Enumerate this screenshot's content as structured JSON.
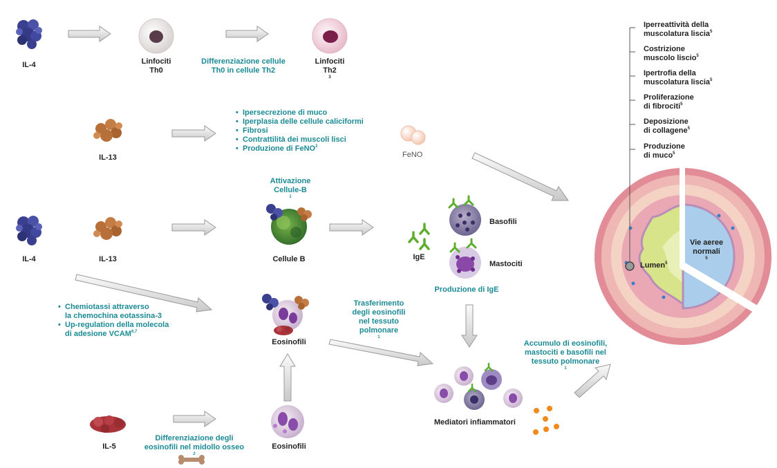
{
  "labels": {
    "il4_top": "IL-4",
    "th0": [
      "Linfociti",
      "Th0"
    ],
    "th0_diff": [
      "Differenziazione cellule",
      "Th0 in cellule Th2"
    ],
    "th2": [
      "Linfociti",
      "Th2"
    ],
    "th2_sup": "3",
    "il13_top": "IL-13",
    "il13_effects": [
      {
        "text": "Ipersecrezione di muco",
        "sup": ""
      },
      {
        "text": "Iperplasia delle cellule caliciformi",
        "sup": ""
      },
      {
        "text": "Fibrosi",
        "sup": ""
      },
      {
        "text": "Contrattilità dei muscoli lisci",
        "sup": ""
      },
      {
        "text": "Produzione di FeNO",
        "sup": "2"
      }
    ],
    "feno": "FeNO",
    "b_activation": [
      "Attivazione",
      "Cellule-B"
    ],
    "b_activation_sup": "1",
    "il4_mid": "IL-4",
    "il13_mid": "IL-13",
    "b_cells": "Cellule B",
    "basofili": "Basofili",
    "ige": "IgE",
    "mastociti": "Mastociti",
    "ige_production": "Produzione di IgE",
    "il4_effects": [
      {
        "lines": [
          "Chemiotassi attraverso",
          "la chemochina eotassina-3"
        ],
        "sup": ""
      },
      {
        "lines": [
          "Up-regulation della molecola",
          "di adesione VCAM"
        ],
        "sup": "6,7"
      }
    ],
    "eos_transfer": [
      "Trasferimento",
      "degli eosinofili",
      "nel tessuto",
      "polmonare"
    ],
    "eos_transfer_sup": "1",
    "eosinofili_top": "Eosinofili",
    "mediators": "Mediatori infiammatori",
    "accumulation": [
      "Accumulo di eosinofili,",
      "mastociti e basofili nel",
      "tessuto polmonare"
    ],
    "accumulation_sup": "1",
    "il5": "IL-5",
    "il5_diff": [
      "Differenziazione degli",
      "eosinofili nel midollo osseo"
    ],
    "il5_diff_sup": "2",
    "eosinofili_bottom": "Eosinofili",
    "airway_normal": [
      "Vie aeree",
      "normali"
    ],
    "airway_normal_sup": "5",
    "lumen": "Lumen",
    "lumen_sup": "5"
  },
  "airway_effects": [
    {
      "lines": [
        "Iperreattività della",
        "muscolatura liscia"
      ],
      "sup": "5"
    },
    {
      "lines": [
        "Costrizione",
        "muscolo liscio"
      ],
      "sup": "5"
    },
    {
      "lines": [
        "Ipertrofia della",
        "muscolatura liscia"
      ],
      "sup": "5"
    },
    {
      "lines": [
        "Proliferazione",
        "di fibrociti"
      ],
      "sup": "5"
    },
    {
      "lines": [
        "Deposizione",
        "di collagene"
      ],
      "sup": "5"
    },
    {
      "lines": [
        "Produzione",
        "di muco"
      ],
      "sup": "5"
    }
  ],
  "colors": {
    "teal": "#1b8a94",
    "il4_protein": "#3a3f8f",
    "il13_protein": "#b8703a",
    "il5_protein": "#a8343a",
    "airway_tissue": "#e59aa0",
    "lumen_asthma": "#d8e48a",
    "lumen_normal": "#a9cdea"
  }
}
